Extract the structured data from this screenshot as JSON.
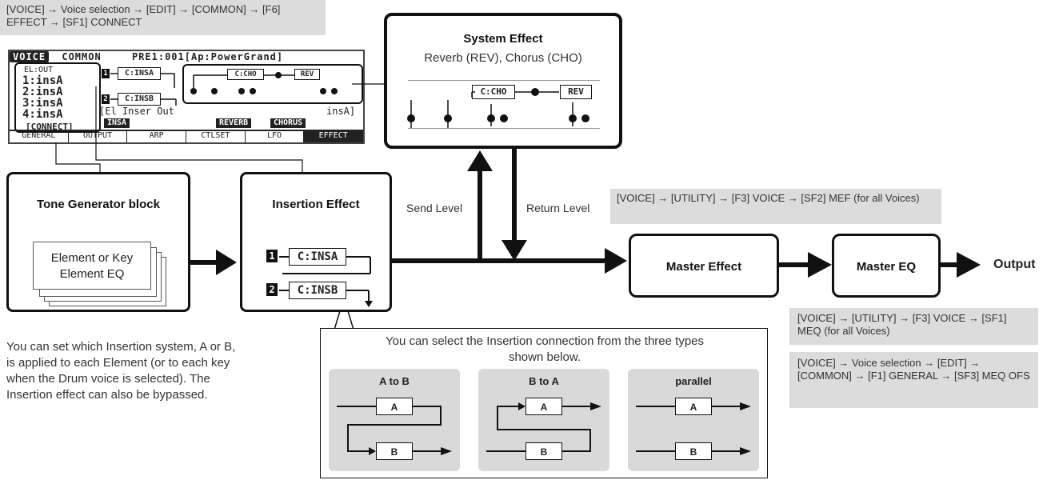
{
  "notes": {
    "top_left_path": "[VOICE] → Voice selection → [EDIT] → [COMMON] → [F6] EFFECT → [SF1] CONNECT",
    "mef_path": "[VOICE] → [UTILITY] → [F3] VOICE → [SF2] MEF (for all Voices)",
    "meq_path": "[VOICE] → [UTILITY] → [F3] VOICE → [SF1] MEQ (for all Voices)",
    "meq_ofs_path": "[VOICE] → Voice selection → [EDIT] → [COMMON] → [F1] GENERAL → [SF3] MEQ OFS"
  },
  "lcd": {
    "title_tag": "VOICE",
    "title_mid": "COMMON",
    "voice_name": "PRE1:001[Ap:PowerGrand]",
    "el_out_label": "EL:OUT",
    "el_rows": [
      "1:insA",
      "2:insA",
      "3:insA",
      "4:insA"
    ],
    "connect_label": "[CONNECT]",
    "insa_label": "INSA",
    "mid_text": "[El Inser Out",
    "right_text": "insA]",
    "reverb_label": "REVERB",
    "chorus_label": "CHORUS",
    "ins_a": "C:INSA",
    "ins_b": "C:INSB",
    "cho": "C:CHO",
    "rev": "REV",
    "tabs": [
      "GENERAL",
      "OUTPUT",
      "ARP",
      "CTLSET",
      "LFO",
      "EFFECT"
    ]
  },
  "system_effect": {
    "title": "System Effect",
    "subtitle": "Reverb (REV), Chorus (CHO)",
    "cho": "C:CHO",
    "rev": "REV"
  },
  "tone_generator": {
    "title": "Tone Generator block",
    "element_text": "Element or Key Element EQ"
  },
  "insertion": {
    "title": "Insertion Effect",
    "ins_a": "C:INSA",
    "ins_b": "C:INSB",
    "badge_1": "1",
    "badge_2": "2"
  },
  "levels": {
    "send": "Send Level",
    "return": "Return Level"
  },
  "master_effect": {
    "title": "Master Effect"
  },
  "master_eq": {
    "title": "Master EQ"
  },
  "output_label": "Output",
  "insertion_note": "You can set which Insertion system, A or B, is applied to each Element (or to each key when the Drum voice is selected). The Insertion effect can also be bypassed.",
  "connection": {
    "intro": "You can select the Insertion connection from the three types shown below.",
    "types": [
      {
        "title": "A to B",
        "a": "A",
        "b": "B"
      },
      {
        "title": "B to A",
        "a": "A",
        "b": "B"
      },
      {
        "title": "parallel",
        "a": "A",
        "b": "B"
      }
    ]
  }
}
